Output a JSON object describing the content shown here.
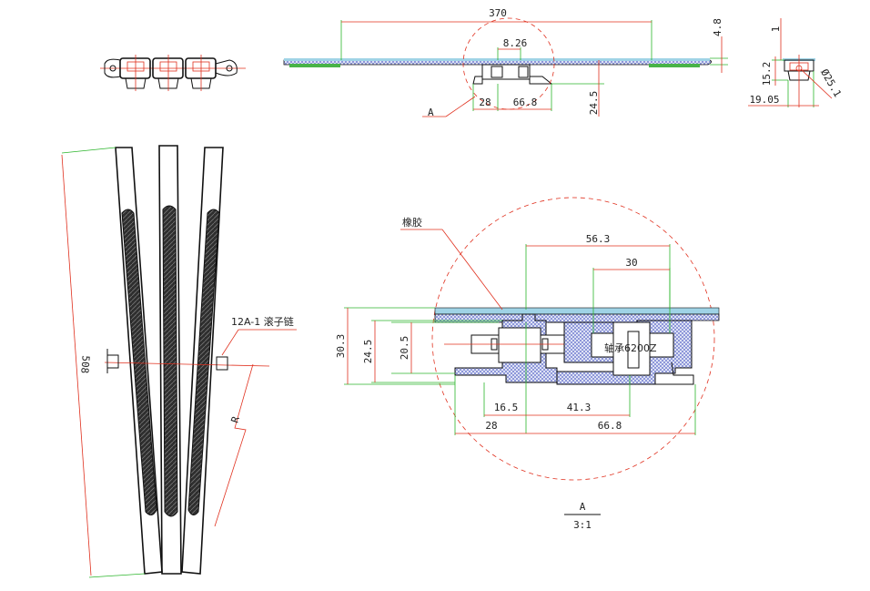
{
  "dimensions": {
    "top_width": "370",
    "top_gap": "8.26",
    "top_thickness": "4.8",
    "top_left": "28",
    "top_right": "66.8",
    "top_height": "24.5",
    "side_small": "1",
    "side_height": "15.2",
    "side_width": "19.05",
    "side_dia": "Ø25.1",
    "length": "508",
    "radius": "R",
    "detail_563": "56.3",
    "detail_30": "30",
    "detail_303": "30.3",
    "detail_245": "24.5",
    "detail_205": "20.5",
    "detail_165": "16.5",
    "detail_413": "41.3",
    "detail_28": "28",
    "detail_668": "66.8"
  },
  "labels": {
    "view_a": "A",
    "rubber": "橡胶",
    "chain": "12A-1 滚子链",
    "bearing": "轴承6200Z",
    "detail_title": "A",
    "detail_scale": "3:1"
  },
  "colors": {
    "dimension_line": "#2bb52b",
    "leader_line": "#e0301e",
    "rubber_fill": "#9fd3e6",
    "hatch_fill": "#5a66c8",
    "pad_fill": "#48b348"
  }
}
